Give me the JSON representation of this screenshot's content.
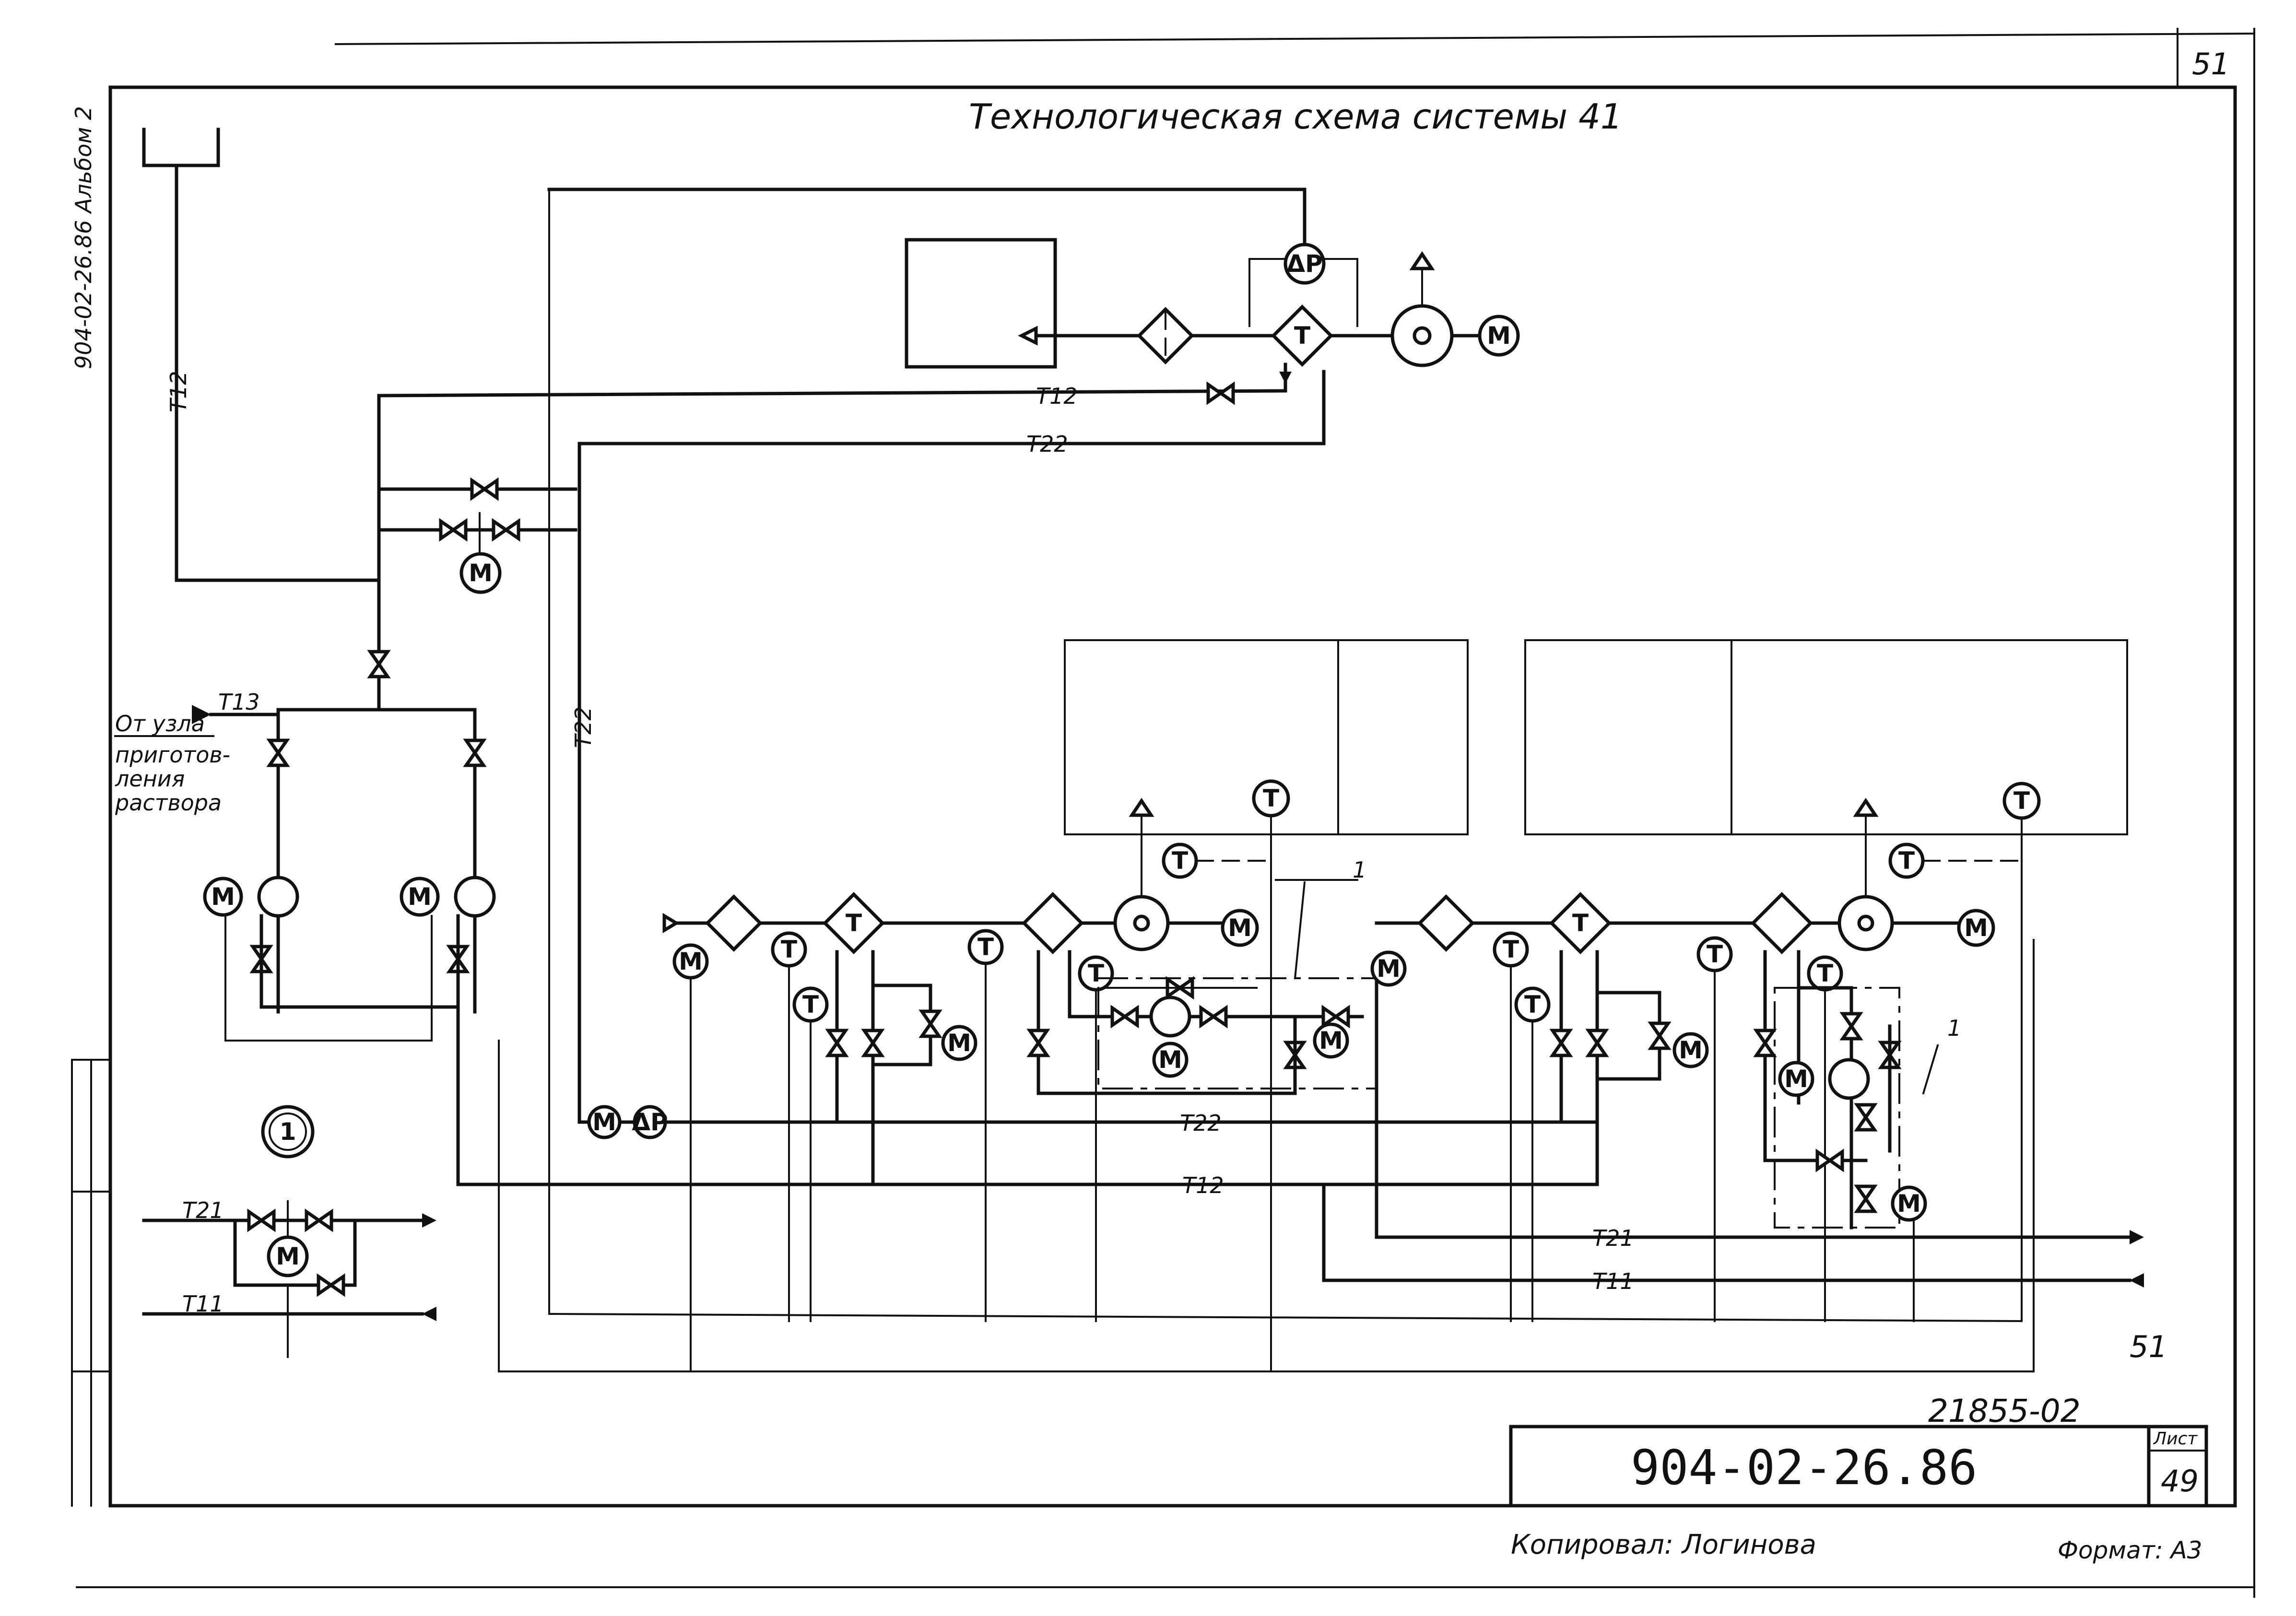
{
  "title": "Технологическая схема системы 41",
  "sheet_corner_number": "51",
  "side_label": "904-02-26.86 Альбом 2",
  "source_note": [
    "От узла",
    "приготов-",
    "ления",
    "раствора"
  ],
  "pipes": {
    "t11": "Т11",
    "t12": "Т12",
    "t13": "Т13",
    "t21": "Т21",
    "t22": "Т22"
  },
  "instruments": {
    "motor": "М",
    "temperature": "Т",
    "pressure_diff": "ΔР"
  },
  "callout": "1",
  "detail_marker": "1",
  "page_mark": "51",
  "archive_number": "21855-02",
  "title_block": {
    "document_code": "904-02-26.86",
    "sheet_label": "Лист",
    "sheet_number": "49"
  },
  "footer": {
    "copied_by": "Копировал: Логинова",
    "format": "Формат: А3"
  }
}
